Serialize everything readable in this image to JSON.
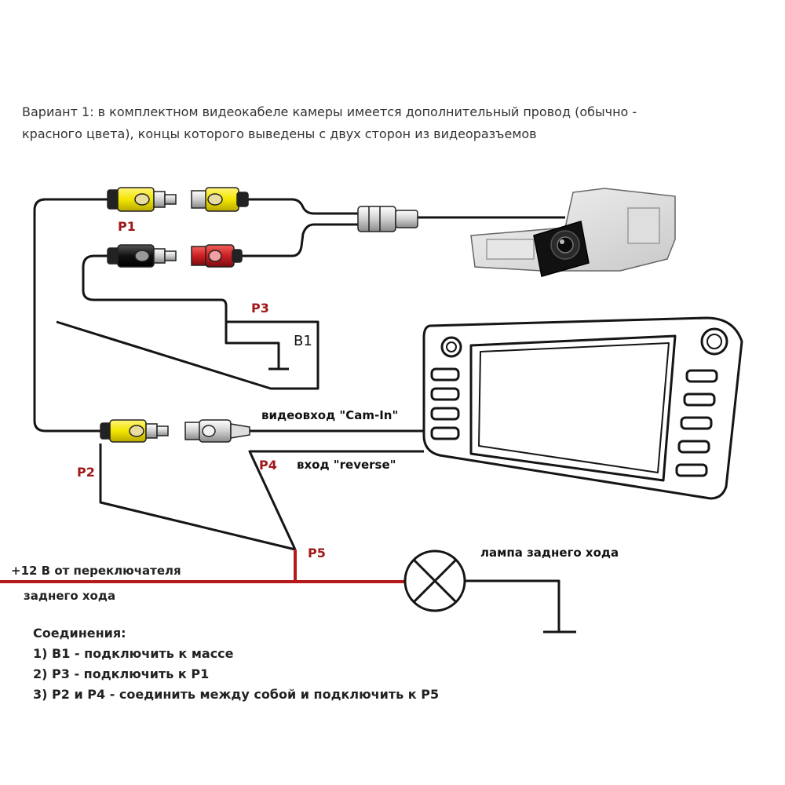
{
  "intro": {
    "line1": "Вариант 1: в комплектном видеокабеле камеры имеется дополнительный провод (обычно -",
    "line2": "красного цвета), концы которого выведены с двух сторон из видеоразъемов"
  },
  "labels": {
    "p1": "P1",
    "p2": "P2",
    "p3": "P3",
    "p4": "P4",
    "p5": "P5",
    "b1": "B1",
    "cam_in": "видеовход \"Cam-In\"",
    "reverse": "вход \"reverse\"",
    "lamp": "лампа заднего хода",
    "power_line1": "+12 В от переключателя",
    "power_line2": "заднего хода"
  },
  "connections": {
    "title": "Соединения:",
    "items": [
      "1) B1 - подключить к массе",
      "2) P3 - подключить к P1",
      "3) P2 и P4 - соединить между собой и подключить к P5"
    ]
  },
  "colors": {
    "red_wire": "#b51a1a",
    "yellow_plug": "#f2e600",
    "red_plug": "#cc1f24",
    "black_plug": "#111111",
    "wire": "#151515"
  }
}
